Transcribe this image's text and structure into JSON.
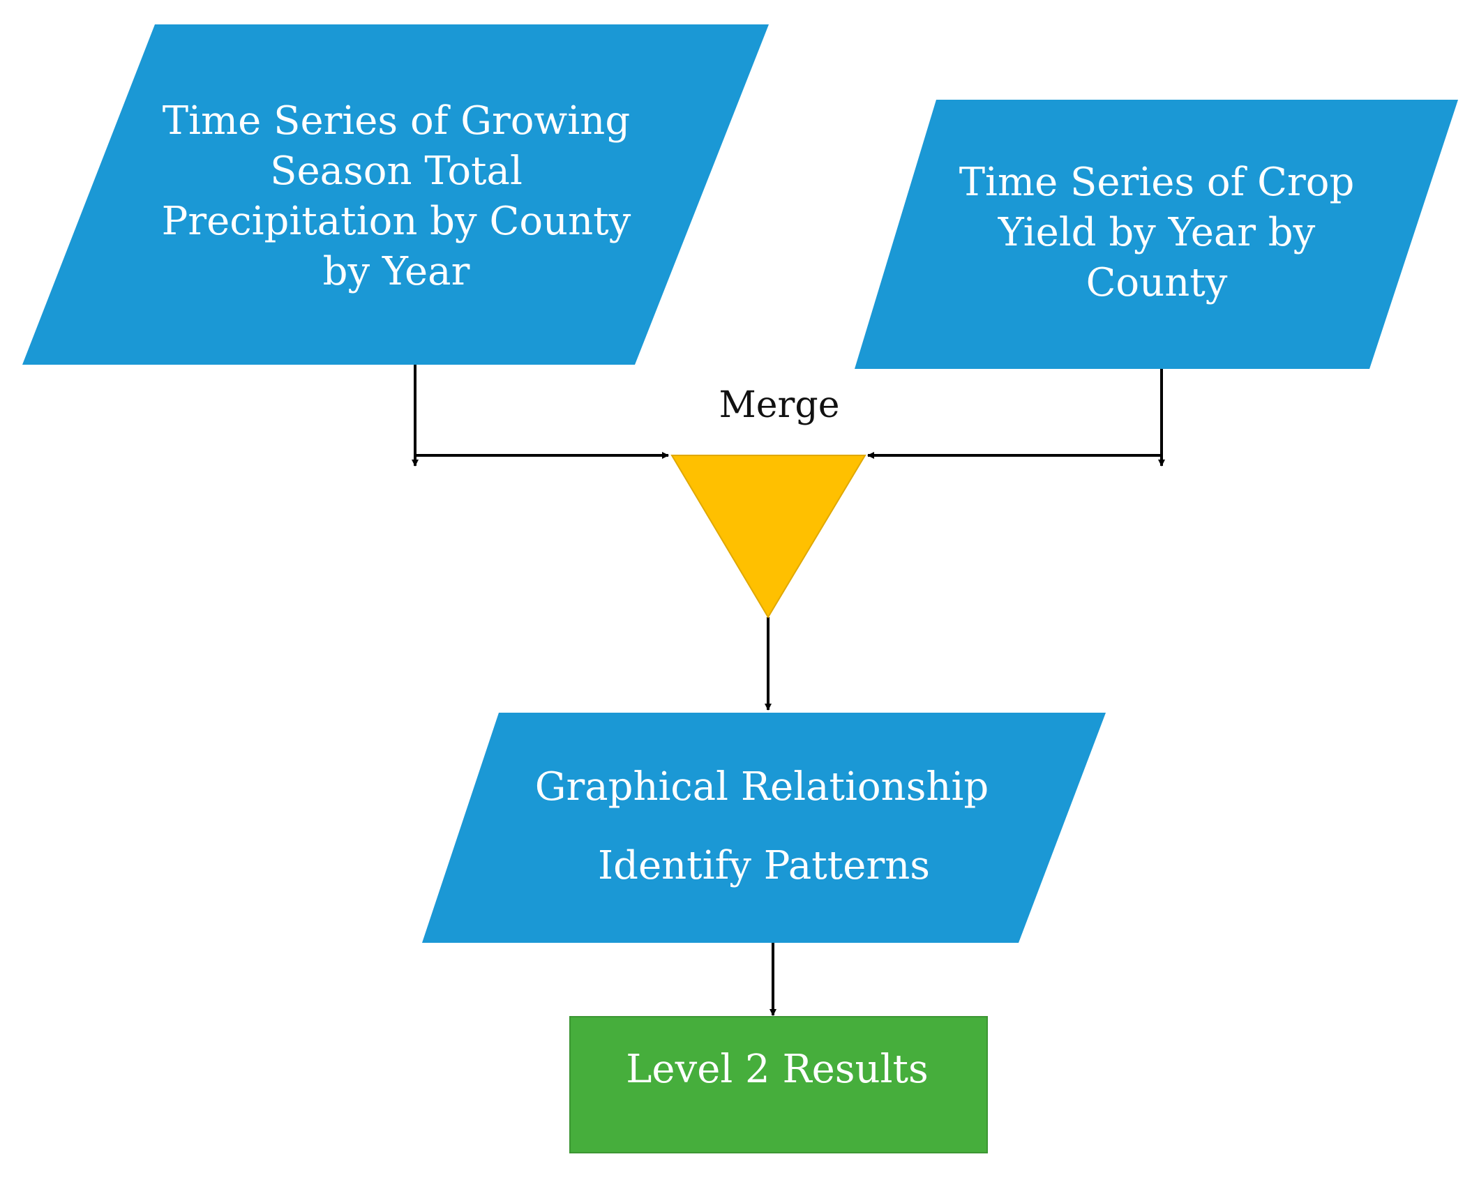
{
  "nodes": {
    "precipitation": {
      "lines": [
        "Time Series of Growing",
        "Season Total",
        "Precipitation by County",
        "by Year"
      ]
    },
    "crop_yield": {
      "lines": [
        "Time Series of Crop",
        "Yield by Year by",
        "County"
      ]
    },
    "merge": {
      "label": "Merge"
    },
    "graphical": {
      "lines": [
        "Graphical Relationship",
        "Identify Patterns"
      ]
    },
    "results": {
      "label": "Level 2 Results"
    }
  },
  "colors": {
    "data_shape": "#1b98d5",
    "merge_shape": "#ffc000",
    "result_shape": "#46ae3c",
    "connector": "#000000"
  }
}
